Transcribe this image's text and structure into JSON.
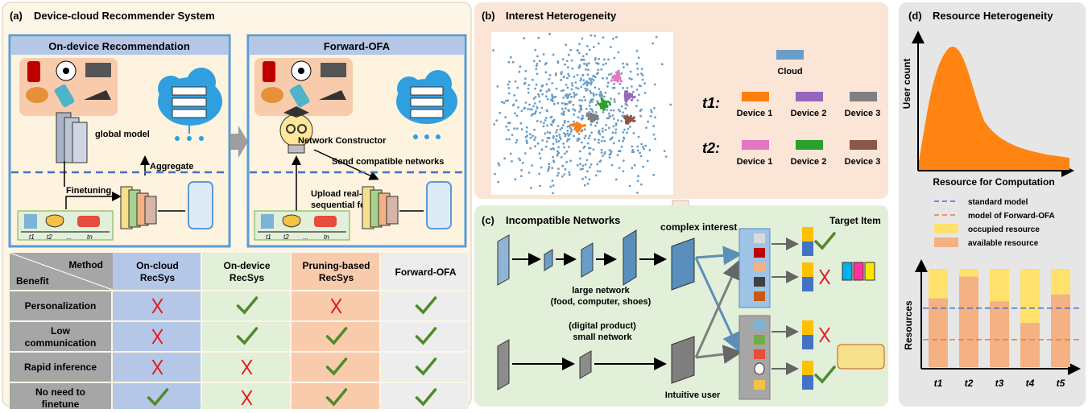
{
  "panel_a": {
    "tag": "(a)",
    "title": "Device-cloud Recommender System",
    "left_box": {
      "title": "On-device Recommendation",
      "global_model": "global model",
      "aggregate": "Aggregate",
      "finetuning": "Finetuning",
      "timeline": [
        "t1",
        "t2",
        "...",
        "tn"
      ]
    },
    "right_box": {
      "title": "Forward-OFA",
      "network_constructor": "Network Constructor",
      "send_networks": "Send compatible networks",
      "upload_line1": "Upload real-time",
      "upload_line2": "sequential features",
      "timeline": [
        "t1",
        "t2",
        "...",
        "tn"
      ]
    },
    "table": {
      "header_method": "Method",
      "header_benefit": "Benefit",
      "columns": [
        {
          "line1": "On-cloud",
          "line2": "RecSys",
          "bg": "#b4c7e7"
        },
        {
          "line1": "On-device",
          "line2": "RecSys",
          "bg": "#e2efd9"
        },
        {
          "line1": "Pruning-based",
          "line2": "RecSys",
          "bg": "#f8cbad"
        },
        {
          "line1": "Forward-OFA",
          "line2": "",
          "bg": "#ededed"
        }
      ],
      "rows": [
        {
          "line1": "Personalization",
          "line2": "",
          "marks": [
            "cross",
            "check",
            "cross",
            "check"
          ]
        },
        {
          "line1": "Low",
          "line2": "communication",
          "marks": [
            "cross",
            "check",
            "check",
            "check"
          ]
        },
        {
          "line1": "Rapid inference",
          "line2": "",
          "marks": [
            "cross",
            "cross",
            "check",
            "check"
          ]
        },
        {
          "line1": "No need to",
          "line2": "finetune",
          "marks": [
            "check",
            "cross",
            "check",
            "check"
          ]
        }
      ]
    }
  },
  "panel_b": {
    "tag": "(b)",
    "title": "Interest Heterogeneity",
    "cloud_label": "Cloud",
    "row_t1": "t1:",
    "row_t2": "t2:",
    "t1_devices": [
      {
        "label": "Device 1",
        "color": "#ff7f0e"
      },
      {
        "label": "Device 2",
        "color": "#9467bd"
      },
      {
        "label": "Device 3",
        "color": "#7f7f7f"
      }
    ],
    "t2_devices": [
      {
        "label": "Device 1",
        "color": "#e377c2"
      },
      {
        "label": "Device 2",
        "color": "#2ca02c"
      },
      {
        "label": "Device 3",
        "color": "#8c564b"
      }
    ],
    "cloud_color": "#6a9ec8"
  },
  "panel_c": {
    "tag": "(c)",
    "title": "Incompatible Networks",
    "complex_interest": "complex interest",
    "target_item": "Target Item",
    "large_network_line1": "large network",
    "large_network_line2": "(food, computer, shoes)",
    "small_network_line1": "(digital product)",
    "small_network_line2": "small network",
    "intuitive_user": "Intuitive user",
    "top_results": [
      "check",
      "cross"
    ],
    "bottom_results": [
      "cross",
      "check"
    ]
  },
  "panel_d": {
    "tag": "(d)",
    "title": "Resource Heterogeneity",
    "y_label_top": "User count",
    "x_label_top": "Resource for Computation",
    "legend": [
      {
        "label": "standard model",
        "kind": "dash",
        "color": "#4472c4"
      },
      {
        "label": "model of Forward-OFA",
        "kind": "dash",
        "color": "#ed7d31"
      },
      {
        "label": "occupied resource",
        "kind": "box",
        "color": "#ffe16b"
      },
      {
        "label": "available resource",
        "kind": "box",
        "color": "#f4b183"
      }
    ],
    "y_label_bottom": "Resources",
    "x_ticks": [
      "t1",
      "t2",
      "t3",
      "t4",
      "t5"
    ],
    "occupied_fraction": [
      0.3,
      0.08,
      0.33,
      0.55,
      0.26
    ],
    "standard_model_level": 0.6,
    "forward_ofa_level": 0.28
  }
}
